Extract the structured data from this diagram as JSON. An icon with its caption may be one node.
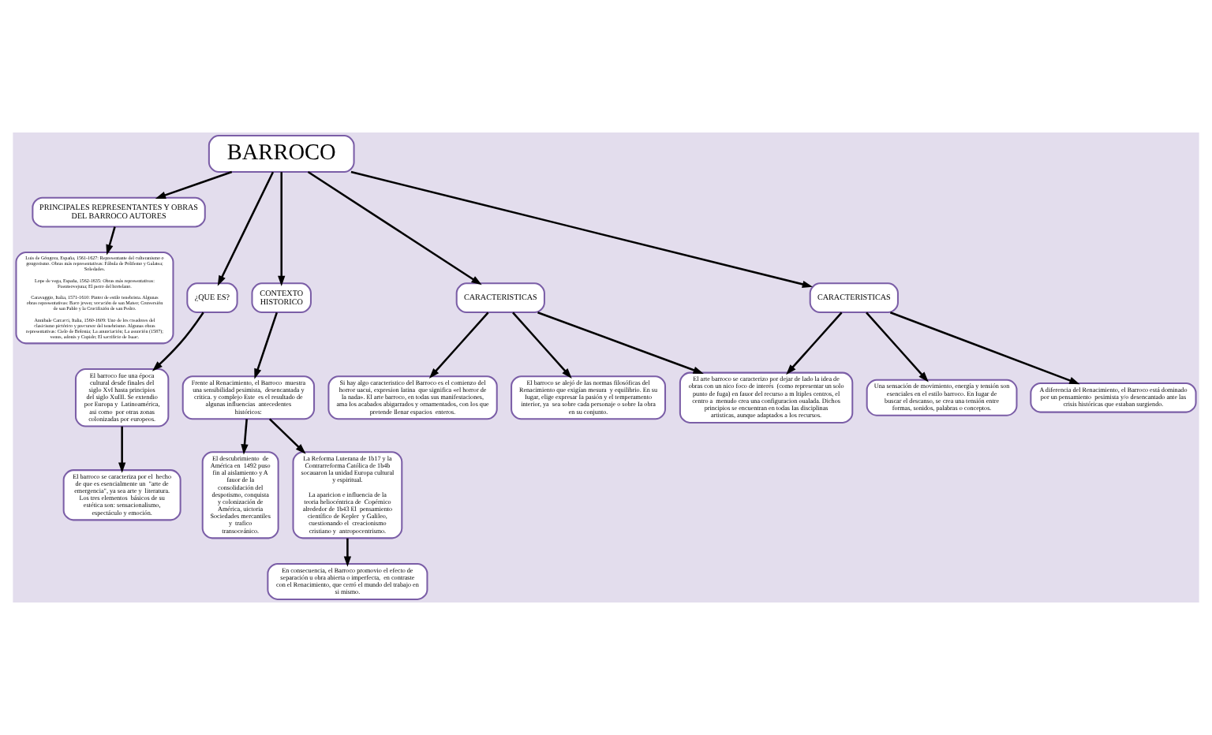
{
  "diagram": {
    "nodes": [
      {
        "text": [
          "BARROCO"
        ]
      },
      {
        "text": [
          "PRINCIPALES REPRESENTANTES Y OBRAS DEL BARROCO AUTORES"
        ]
      },
      {
        "text": [
          "¿QUE ES?"
        ]
      },
      {
        "text": [
          "CONTEXTO HISTORICO"
        ]
      },
      {
        "text": [
          "CARACTERISTICAS"
        ]
      },
      {
        "text": [
          "Luis de Góngora, España, 1561-1627: Representante del culteranismo o gongorismo. Obras más representativas: Fábula de Polifemo y Galatea; Soledades.",
          "Lope de vega, España, 1562-1635: Obras más representativas: Fuenteovejuna; El perro del hortelano.",
          "Caravaggio, Italia, 1571-1610: Pintor de estilo tenebrista. Algunas obras representativas: Baco joven; vocación de san Mateo; Conversión de san Pablo y la Crucifixión de san Pedro.",
          "Annibale Carracci, Italia, 1560-1609: Uno de los creadores del clasicismo pictórico y precursor del tenebrismo. Algunas obras representativas: Cielo de Bolonia; La anunciación; La asunción (1587); venus, adonis y Cupido; El sacrificio de Isaac."
        ]
      },
      {
        "text": [
          "CARACTERISTICAS"
        ]
      },
      {
        "text": [
          "Si hay algo caracteristico del Barroco es el comienzo del horror uacui, expresion Iatina  que significa «el horror de la nada». El arte barroco, en todas sus manifestaciones,  ama Ios acabados abigarrados y ornamentados, con Ios que pretende Ilenar espacios  enteros."
        ]
      },
      {
        "text": [
          "El barroco fue una época cultural desde finales del siglo XvI hasta principios  del siglo XuIII. Se extendio  por Europa y  Latinoamérica, asi como  por otras zonas colonizadas por europeos."
        ]
      },
      {
        "text": [
          "Frente al Renacimiento, el Barroco  muestra una sensibilidad pesimista,  desencantada y critica. y complejo Este  es el resultado de algunas influencias  antecedentes históricos:"
        ]
      },
      {
        "text": [
          "Una sensación de movimiento, energía y tensión son esenciales en el estilo barroco. En Iugar de buscar el descanso, se crea una tensión entre formas, sonidos, palabras o conceptos."
        ]
      },
      {
        "text": [
          "El barroco se alejó de Ias normas filosóficas del Renacimiento que exigían mesura  y equilibrio. En su Iugar, elige expresar Ia pasión y el temperamento interior, ya  sea sobre cada personaje o sobre Ia obra en su conjunto."
        ]
      },
      {
        "text": [
          "El descubrimiento  de América en  1492 puso fin al aislamiento y A  fauor de la  consolidación del  despotismo, conquista y colonización de América, uictoria Sociedades mercantiles y  trafico transoceánico."
        ]
      },
      {
        "text": [
          "La Reforma Luterana de 1b17 y la Contrarreforma Católica de 1b4b socauaron la unidad Europa cultural y espiritual.",
          "La aparicion e influencia de la teoria heliocéntrica de  Copérnico alrededor de 1b43 El  pensamiento científico de Kepler  y Galileo, cuestionando el  creacionismo cristiano y  antropocentrismo."
        ]
      },
      {
        "text": [
          "El arte barroco se caracterizo por dejar de lado la idea de obras con un nico foco de interés  (como representar un solo punto de fuga) en fauor del recurso a m ltiples centros, el centro a  menudo crea una configuracion oualada. Dichos principios se encuentran en todas Ias disciplinas  artisticas, aunque adaptados a Ios recursos."
        ]
      },
      {
        "text": [
          "El barroco se caracteriza por el  hecho de que es esencialmente un  \"arte de emergencia\", ya sea arte y  literatura. Los tres elementos  básicos de su estética son: sensacionalismo, espectáculo y emoción."
        ]
      },
      {
        "text": [
          "En consecuencia, el Barroco promovio el efecto de separación u obra abierta o imperfecta,  en contraste con el Renacimiento, que cerró el mundo del trabajo en si mismo."
        ]
      },
      {
        "text": [
          "A diferencia del Renacimiento, el Barroco está dominado por un pensamiento  pesimista y/o desencantado ante las crisis históricas que estaban surgiendo."
        ]
      }
    ],
    "edges": [
      {
        "from": 0,
        "to": 2,
        "arrow": "to"
      },
      {
        "from": 0,
        "to": 3,
        "arrow": "to"
      },
      {
        "from": 0,
        "to": 4,
        "arrow": "to"
      },
      {
        "from": 0,
        "to": 1,
        "arrow": "to"
      },
      {
        "from": 0,
        "to": 6,
        "arrow": "to"
      },
      {
        "from": 1,
        "to": 5,
        "arrow": "to"
      },
      {
        "from": 2,
        "to": 8,
        "arrow": "to"
      },
      {
        "from": 8,
        "to": 15,
        "arrow": "to"
      },
      {
        "from": 3,
        "to": 9,
        "arrow": "to"
      },
      {
        "from": 9,
        "to": 12,
        "arrow": "to"
      },
      {
        "from": 9,
        "to": 13,
        "arrow": "to"
      },
      {
        "from": 13,
        "to": 16,
        "arrow": "to"
      },
      {
        "from": 4,
        "to": 7,
        "arrow": "to"
      },
      {
        "from": 4,
        "to": 11,
        "arrow": "to"
      },
      {
        "from": 4,
        "to": 14,
        "arrow": "to"
      },
      {
        "from": 6,
        "to": 10,
        "arrow": "to"
      },
      {
        "from": 6,
        "to": 14,
        "arrow": "to"
      },
      {
        "from": 6,
        "to": 17,
        "arrow": "to"
      }
    ]
  }
}
